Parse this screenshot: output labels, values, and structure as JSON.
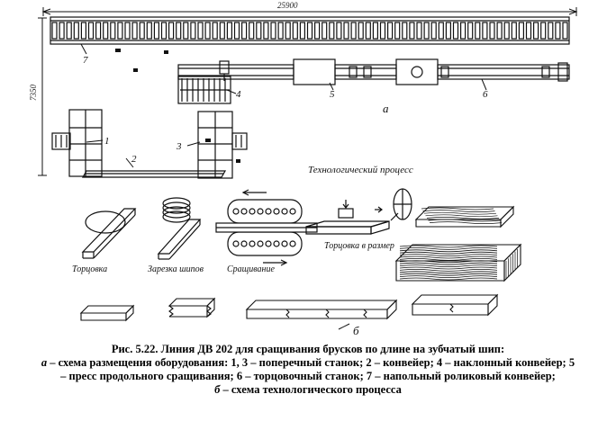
{
  "figure": {
    "dimension_width": "25900",
    "dimension_height": "7350",
    "part_a": "а",
    "part_b": "б",
    "numbers": [
      "1",
      "2",
      "3",
      "4",
      "5",
      "6",
      "7"
    ],
    "process_title": "Технологический процесс",
    "steps": [
      "Торцовка",
      "Зарезка шипов",
      "Сращивание",
      "Торцовка в размер"
    ]
  },
  "caption": {
    "title": "Рис. 5.22. Линия ДВ 202 для сращивания брусков по длине на зубчатый шип:",
    "line1_letter": "а",
    "line1_text": " – схема размещения оборудования: 1, 3 – поперечный станок; 2 – конвейер; 4 – наклонный конвейер; 5",
    "line2_text": "– пресс продольного сращивания; 6 – торцовочный станок; 7 – напольный роликовый конвейер;",
    "line3_letter": "б",
    "line3_text": " – схема технологического процесса"
  }
}
